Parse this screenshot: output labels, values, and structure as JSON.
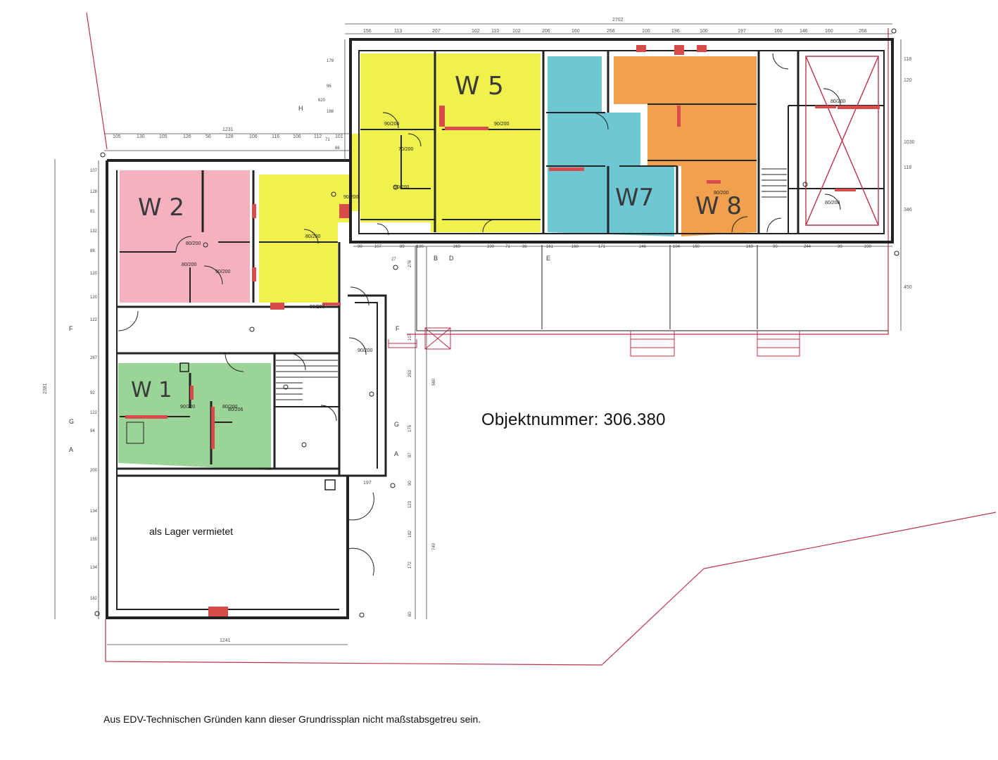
{
  "labels": {
    "object_number": "Objektnummer: 306.380",
    "storage": "als Lager vermietet",
    "disclaimer": "Aus EDV-Technischen Gründen kann dieser Grundrissplan nicht maßstabsgetreu sein."
  },
  "units": [
    {
      "id": "W1",
      "label": "W 1",
      "color": "#8fd08c"
    },
    {
      "id": "W2",
      "label": "W 2",
      "color": "#f4a9b8"
    },
    {
      "id": "W5",
      "label": "W 5",
      "color": "#eef03a"
    },
    {
      "id": "W7",
      "label": "W7",
      "color": "#5ec3cf"
    },
    {
      "id": "W8",
      "label": "W 8",
      "color": "#f0973a"
    }
  ],
  "colors": {
    "wall": "#222222",
    "plot_boundary": "#c0304a",
    "red_accent": "#d94a4a"
  },
  "doors": [
    "80/200",
    "90/200",
    "70/200",
    "80/200",
    "90/200",
    "80/200",
    "90/200",
    "80/200",
    "90/200",
    "80/200",
    "90/200",
    "90/200",
    "80/200",
    "80/200",
    "90/200",
    "90/200",
    "80/206"
  ],
  "section_marks": [
    "H",
    "B",
    "D",
    "E",
    "F",
    "F",
    "G",
    "G",
    "A",
    "A"
  ],
  "dims": {
    "top": [
      "156",
      "113",
      "207",
      "102",
      "110",
      "102",
      "206",
      "160",
      "266",
      "100",
      "196",
      "100",
      "197",
      "160",
      "146",
      "160",
      "268"
    ],
    "top_total": "2702",
    "left_top": [
      "105",
      "130",
      "105",
      "126",
      "56",
      "128",
      "106",
      "116",
      "106",
      "112",
      "101"
    ],
    "left_top_total": "1231",
    "right": [
      "118",
      "120",
      "1030",
      "118",
      "346",
      "450"
    ],
    "left_vert": [
      "107",
      "128",
      "81",
      "132",
      "88",
      "120",
      "120",
      "122",
      "267",
      "92",
      "122",
      "94",
      "200",
      "134",
      "155",
      "134",
      "182"
    ],
    "left_vert_total": "2381",
    "wing": [
      "179",
      "96",
      "188",
      "620",
      "71",
      "86"
    ],
    "middle": [
      "90",
      "107",
      "89",
      "180",
      "269",
      "100",
      "71",
      "98",
      "161",
      "160",
      "171",
      "246",
      "104",
      "160",
      "169",
      "90",
      "244",
      "90",
      "200"
    ],
    "corridor": [
      "276",
      "27",
      "107",
      "253",
      "560",
      "175",
      "87",
      "90",
      "123",
      "182",
      "172",
      "740",
      "60"
    ],
    "bottom": "1241",
    "court": "197"
  }
}
